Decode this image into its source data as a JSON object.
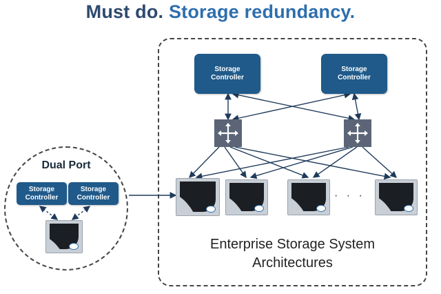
{
  "title": {
    "part1": "Must do.",
    "part2": "Storage redundancy."
  },
  "enterprise": {
    "controllers": [
      {
        "line1": "Storage",
        "line2": "Controller"
      },
      {
        "line1": "Storage",
        "line2": "Controller"
      }
    ],
    "ellipsis": "· · ·",
    "label_line1": "Enterprise Storage System",
    "label_line2": "Architectures"
  },
  "dual_port": {
    "label": "Dual Port",
    "controllers": [
      {
        "line1": "Storage",
        "line2": "Controller"
      },
      {
        "line1": "Storage",
        "line2": "Controller"
      }
    ]
  },
  "colors": {
    "title_dark": "#2d4a6e",
    "title_accent": "#2e6fae",
    "controller": "#1f5a8a",
    "switch": "#5b6577",
    "connector": "#1f3a5a"
  }
}
